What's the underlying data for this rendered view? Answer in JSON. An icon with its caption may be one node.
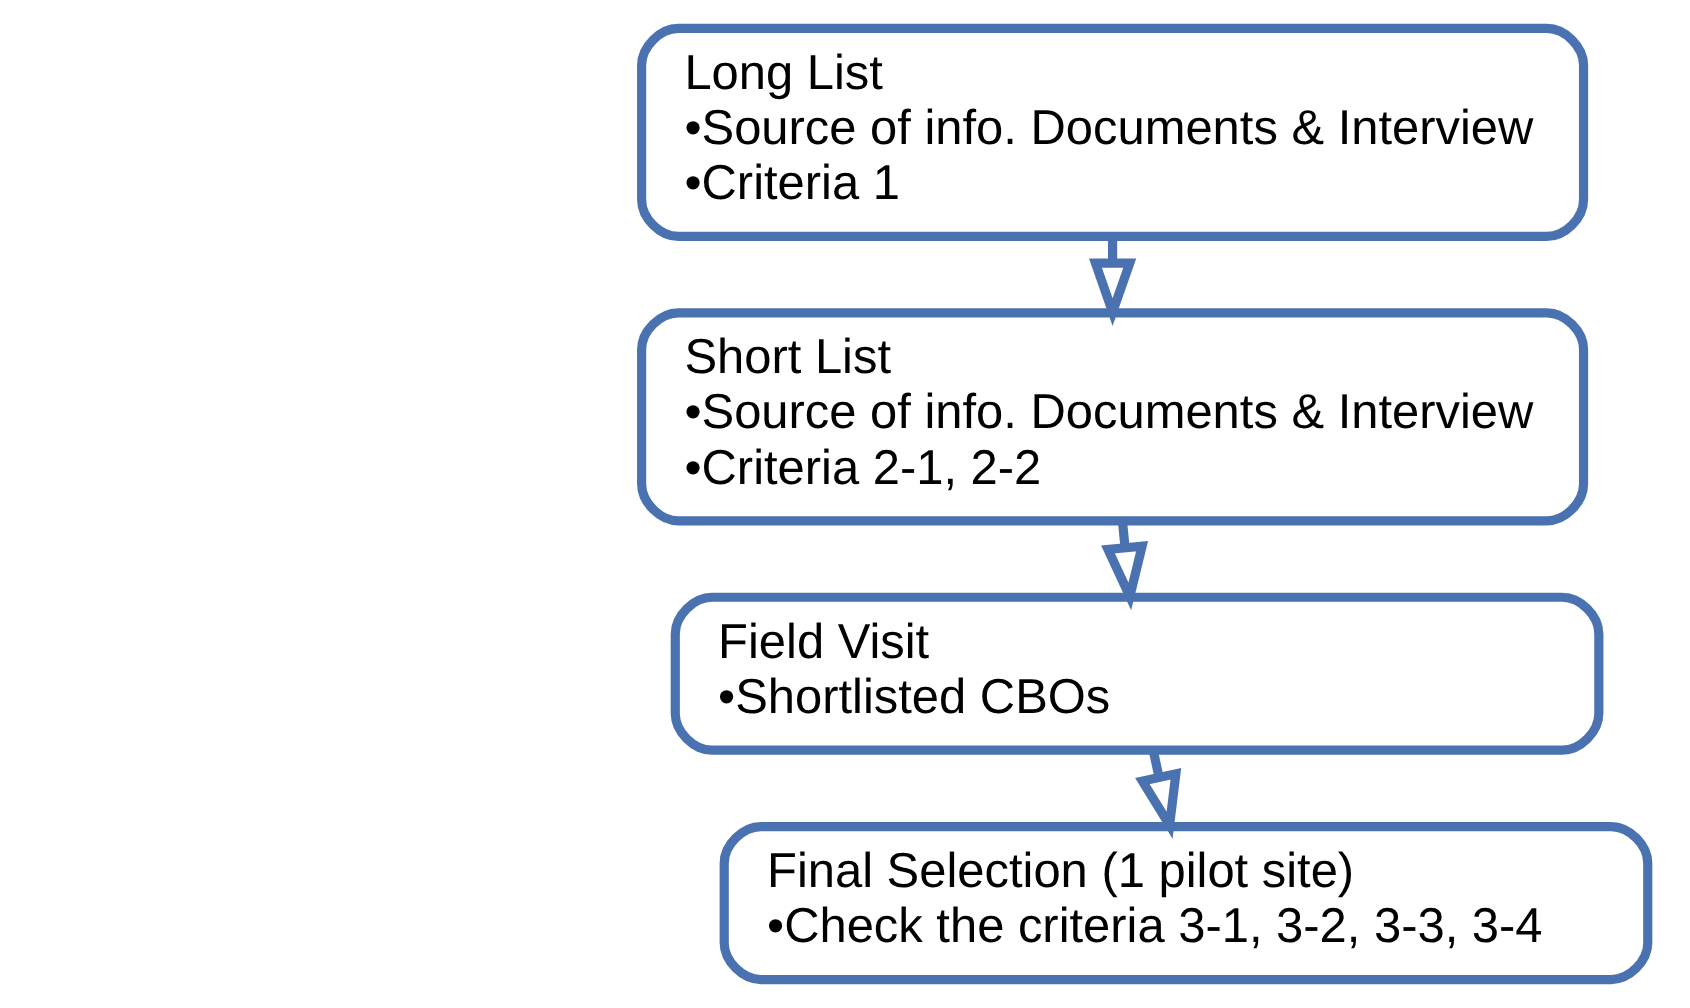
{
  "diagram": {
    "nodes": [
      {
        "text": [
          "Long List",
          "•Source of info. Documents & Interview",
          "•Criteria 1"
        ]
      },
      {
        "text": [
          "Short List",
          "•Source of info. Documents & Interview",
          "•Criteria 2-1, 2-2"
        ]
      },
      {
        "text": [
          "Field Visit",
          "•Shortlisted CBOs"
        ]
      },
      {
        "text": [
          "Final Selection (1 pilot site)",
          "•Check the criteria 3-1, 3-2, 3-3, 3-4"
        ]
      }
    ],
    "edges": [
      {
        "from": 0,
        "to": 1,
        "arrow": "to"
      },
      {
        "from": 1,
        "to": 2,
        "arrow": "to"
      },
      {
        "from": 2,
        "to": 3,
        "arrow": "to"
      }
    ]
  }
}
